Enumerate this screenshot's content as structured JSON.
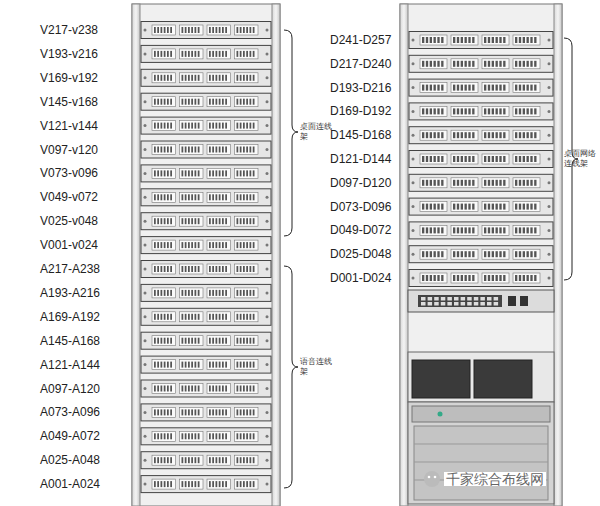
{
  "diagram": {
    "labels": [
      "V217-v238",
      "V193-v216",
      "V169-v192",
      "V145-v168",
      "V121-v144",
      "V097-v120",
      "V073-v096",
      "V049-v072",
      "V025-v048",
      "V001-v024",
      "A217-A238",
      "A193-A216",
      "A169-A192",
      "A145-A168",
      "A121-A144",
      "A097-A120",
      "A073-A096",
      "A049-A072",
      "A025-A048",
      "A001-A024",
      "D241-D257",
      "D217-D240",
      "D193-D216",
      "D169-D192",
      "D145-D168",
      "D121-D144",
      "D097-D120",
      "D073-D096",
      "D049-D072",
      "D025-D048",
      "D001-D024",
      "桌面连线架",
      "语音连线架",
      "桌面网络连线架",
      "千家综合布线网"
    ]
  }
}
